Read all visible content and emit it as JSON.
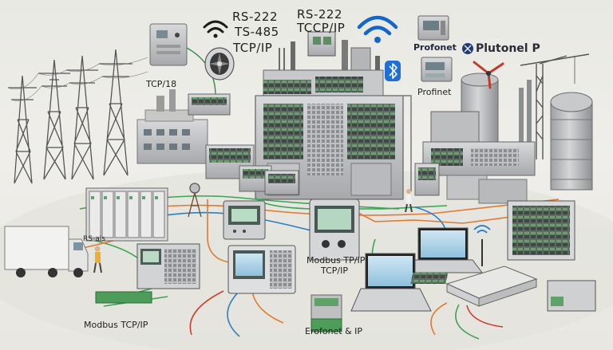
{
  "labels": {
    "rs222_left": "RS-222",
    "ts485": "TS-485",
    "tcpip_left": "TCP/IP",
    "rs222_right": "RS-222",
    "tccpip_right": "TCCP/IP",
    "profonet_top": "Profonet",
    "plutonet": "Plutonel P",
    "tcp18": "TCP/18",
    "profinet": "Profinet",
    "rs_left": "RS-als",
    "modbus_tp": "Modbus TP/IP",
    "tccp_mid": "TCP/IP",
    "modbus_bottom": "Modbus TCP/IP",
    "erofonet": "Erofonet & IP"
  },
  "colors": {
    "cable_green": "#3aa454",
    "cable_orange": "#e07a2e",
    "cable_blue": "#2b7fc6",
    "cable_red": "#d33a2c",
    "wifi_blue": "#1466c8",
    "bluetooth_blue": "#1f6fd6",
    "device_grey": "#c9cacc",
    "screen_green": "#5fa268"
  },
  "icons": [
    "wifi-icon",
    "bluetooth-icon",
    "plutonet-logo",
    "antenna-icon",
    "fan-icon",
    "worker-figure"
  ]
}
